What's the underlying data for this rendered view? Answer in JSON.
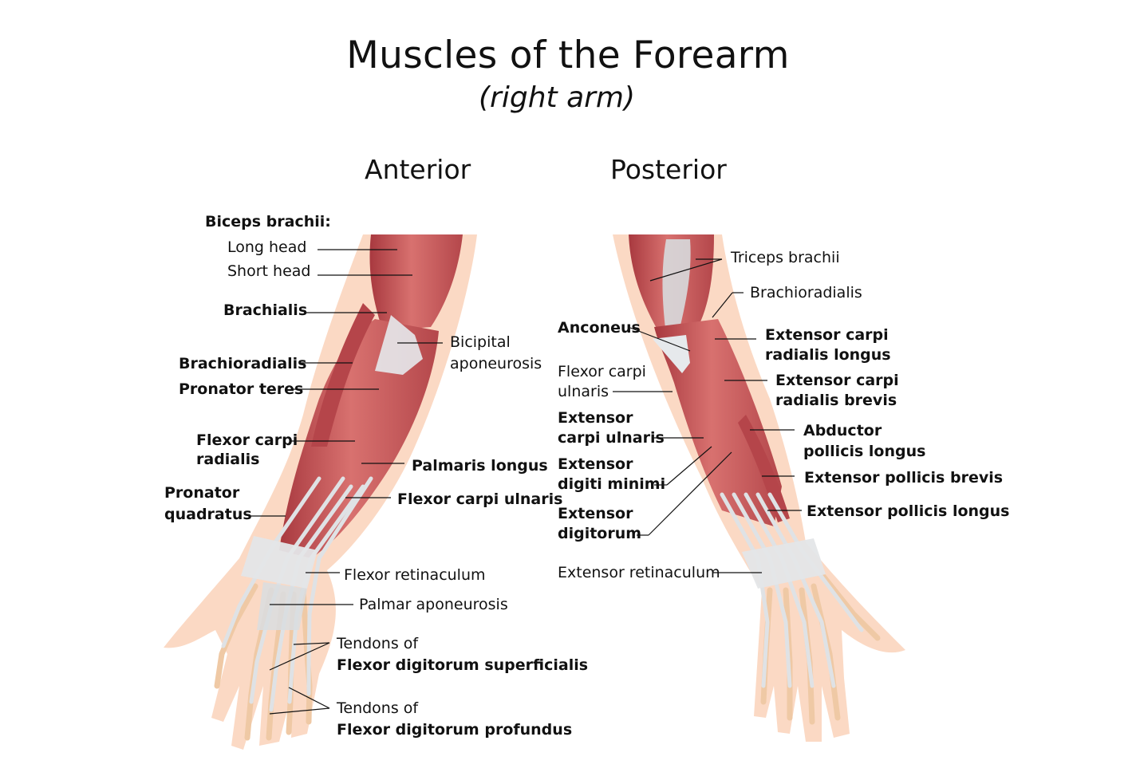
{
  "title": "Muscles of the Forearm",
  "subtitle": "(right arm)",
  "views": {
    "anterior": "Anterior",
    "posterior": "Posterior"
  },
  "anterior_labels": {
    "biceps_header": "Biceps brachii:",
    "long_head": "Long head",
    "short_head": "Short head",
    "brachialis": "Brachialis",
    "bicipital_1": "Bicipital",
    "bicipital_2": "aponeurosis",
    "brachioradialis": "Brachioradialis",
    "pronator_teres": "Pronator teres",
    "fcr_1": "Flexor carpi",
    "fcr_2": "radialis",
    "palmaris_longus": "Palmaris longus",
    "pq_1": "Pronator",
    "pq_2": "quadratus",
    "fcu": "Flexor carpi ulnaris",
    "flexor_retinaculum": "Flexor retinaculum",
    "palmar_aponeurosis": "Palmar aponeurosis",
    "fds_1": "Tendons of",
    "fds_2": "Flexor digitorum superficialis",
    "fdp_1": "Tendons of",
    "fdp_2": "Flexor digitorum profundus"
  },
  "posterior_labels": {
    "triceps": "Triceps brachii",
    "brachioradialis": "Brachioradialis",
    "anconeus": "Anconeus",
    "ecrl_1": "Extensor carpi",
    "ecrl_2": "radialis longus",
    "fcu_1": "Flexor carpi",
    "fcu_2": "ulnaris",
    "ecrb_1": "Extensor carpi",
    "ecrb_2": "radialis brevis",
    "ecu_1": "Extensor",
    "ecu_2": "carpi ulnaris",
    "apl_1": "Abductor",
    "apl_2": "pollicis longus",
    "edm_1": "Extensor",
    "edm_2": "digiti minimi",
    "epb": "Extensor pollicis brevis",
    "epl": "Extensor pollicis longus",
    "ed_1": "Extensor",
    "ed_2": "digitorum",
    "extensor_retinaculum": "Extensor retinaculum"
  },
  "colors": {
    "skin": "#fbd9c4",
    "muscle": "#c9575b",
    "muscle_light": "#e08c88",
    "tendon": "#dcdfe2",
    "bone": "#f3d9bd",
    "leader": "#111111"
  }
}
